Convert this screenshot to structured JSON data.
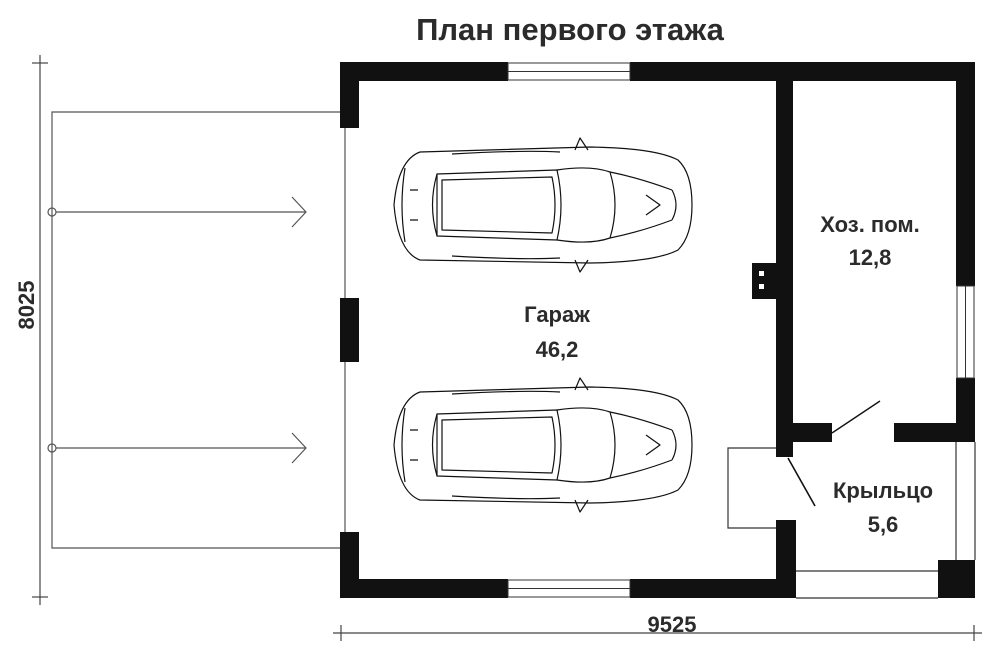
{
  "plan": {
    "title": "План первого этажа",
    "rooms": {
      "garage": {
        "name": "Гараж",
        "area": "46,2"
      },
      "utility": {
        "name": "Хоз. пом.",
        "area": "12,8"
      },
      "porch": {
        "name": "Крыльцо",
        "area": "5,6"
      }
    },
    "dimensions": {
      "width": "9525",
      "depth": "8025"
    },
    "vehicles": {
      "count": 2
    }
  }
}
